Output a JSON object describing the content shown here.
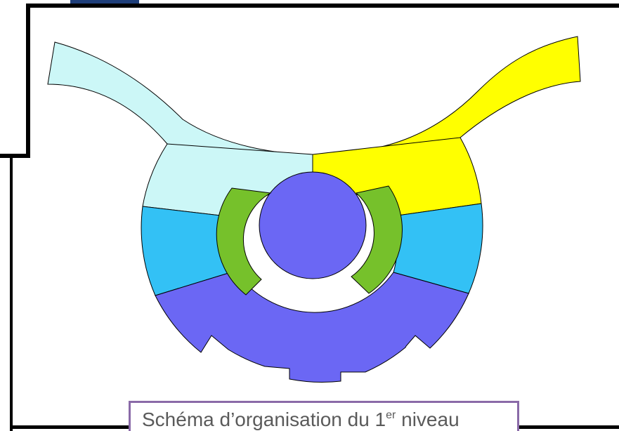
{
  "caption": {
    "before_sup": "Schéma d’organisation du 1",
    "sup": "er",
    "after_sup": " niveau"
  },
  "colors": {
    "light_cyan": "#ccf7f7",
    "yellow": "#ffff00",
    "sky_blue": "#33c1f5",
    "green": "#76c12b",
    "violet": "#6b67f4",
    "frame": "#000000",
    "caption_border": "#8a6aa8",
    "tab_blue": "#1f3f7a"
  }
}
